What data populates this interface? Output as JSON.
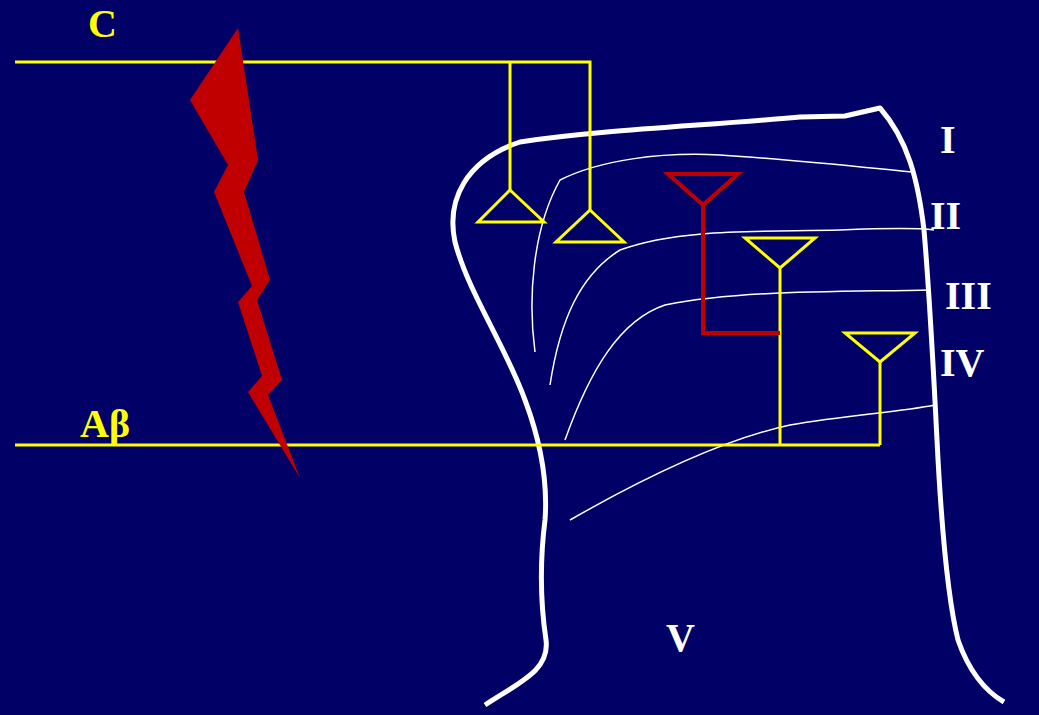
{
  "diagram": {
    "labels": [
      "C",
      "Aβ",
      "I",
      "II",
      "III",
      "IV",
      "V"
    ]
  }
}
